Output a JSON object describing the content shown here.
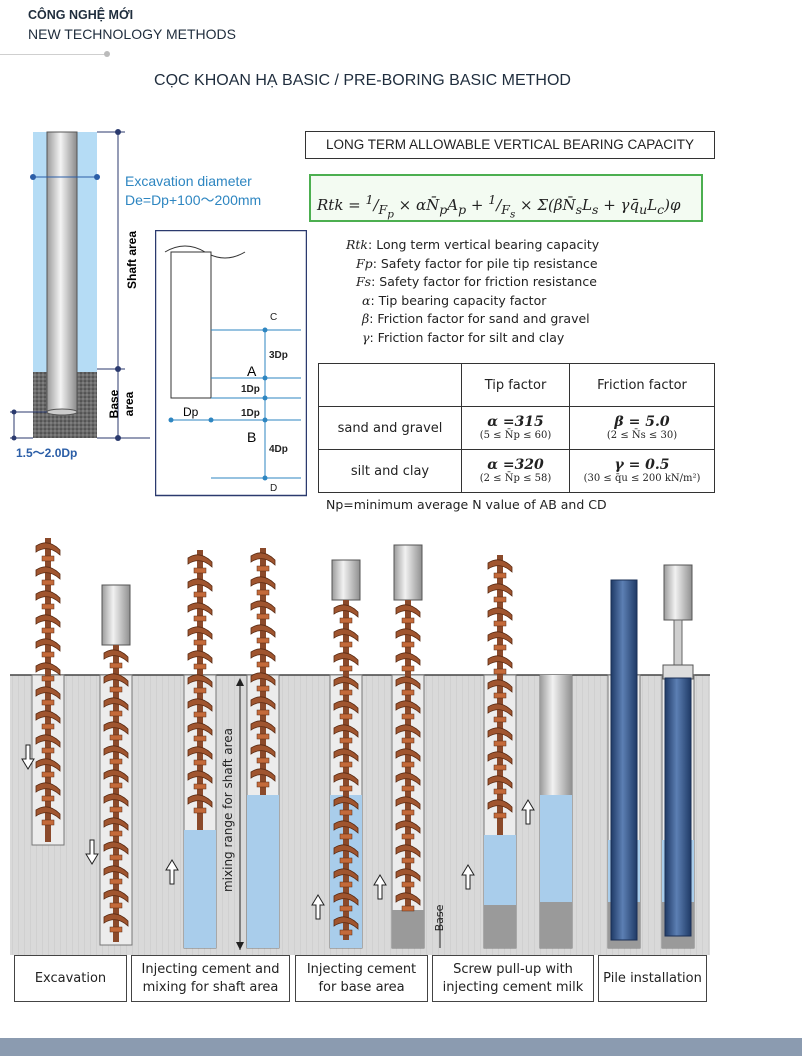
{
  "header": {
    "category_vi": "CÔNG NGHỆ MỚI",
    "category_en": "NEW TECHNOLOGY METHODS"
  },
  "title": "CỌC KHOAN HẠ BASIC / PRE-BORING BASIC METHOD",
  "diagram": {
    "excavation_line1": "Excavation diameter",
    "excavation_line2": "De=Dp+100～200mm",
    "shaft_area": "Shaft area",
    "base_area": "Base area",
    "base_depth": "1.5～2.0Dp",
    "detail": {
      "c": "C",
      "d": "D",
      "a": "A",
      "b": "B",
      "dp": "Dp",
      "d3": "3Dp",
      "d1a": "1Dp",
      "d1b": "1Dp",
      "d4": "4Dp"
    }
  },
  "capacity_title": "LONG TERM ALLOWABLE VERTICAL BEARING CAPACITY",
  "legend": [
    {
      "sym": "Rtk",
      "text": ": Long term vertical bearing capacity"
    },
    {
      "sym": "Fp",
      "text": ": Safety factor for pile tip resistance"
    },
    {
      "sym": "Fs",
      "text": ": Safety factor for friction resistance"
    },
    {
      "sym": "α",
      "text": ": Tip bearing capacity factor"
    },
    {
      "sym": "β",
      "text": ": Friction factor for sand and gravel"
    },
    {
      "sym": "γ",
      "text": ": Friction factor for silt and clay"
    }
  ],
  "factor_table": {
    "headers": [
      "",
      "Tip factor",
      "Friction factor"
    ],
    "rows": [
      {
        "soil": "sand and gravel",
        "tip": "α =315",
        "tip_range": "(5 ≤ N̄p ≤ 60)",
        "friction": "β = 5.0",
        "friction_range": "(2 ≤ N̄s ≤ 30)"
      },
      {
        "soil": "silt and clay",
        "tip": "α =320",
        "tip_range": "(2 ≤ N̄p ≤ 58)",
        "friction": "γ = 0.5",
        "friction_range": "(30 ≤ q̄u ≤ 200 kN/m²)"
      }
    ]
  },
  "np_note": "Np=minimum average N value of AB and CD",
  "process": {
    "mixing_label": "mixing range for shaft area",
    "base_label": "Base",
    "stages": [
      "Excavation",
      "Injecting cement and mixing for shaft area",
      "Injecting cement for base area",
      "Screw pull-up with injecting cement milk",
      "Pile installation"
    ]
  },
  "colors": {
    "water": "#b5dcf5",
    "steel": "#8e8e8e",
    "auger": "#8b4a2b",
    "cement": "#a9cdeb",
    "pile": "#2f4f7f",
    "soil": "#d4d4d4",
    "accent": "#2e86c1"
  }
}
